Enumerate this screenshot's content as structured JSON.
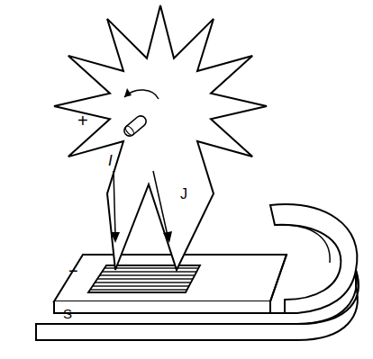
{
  "diagram": {
    "labels": [
      "+",
      "I",
      "J",
      "−",
      "S"
    ]
  }
}
